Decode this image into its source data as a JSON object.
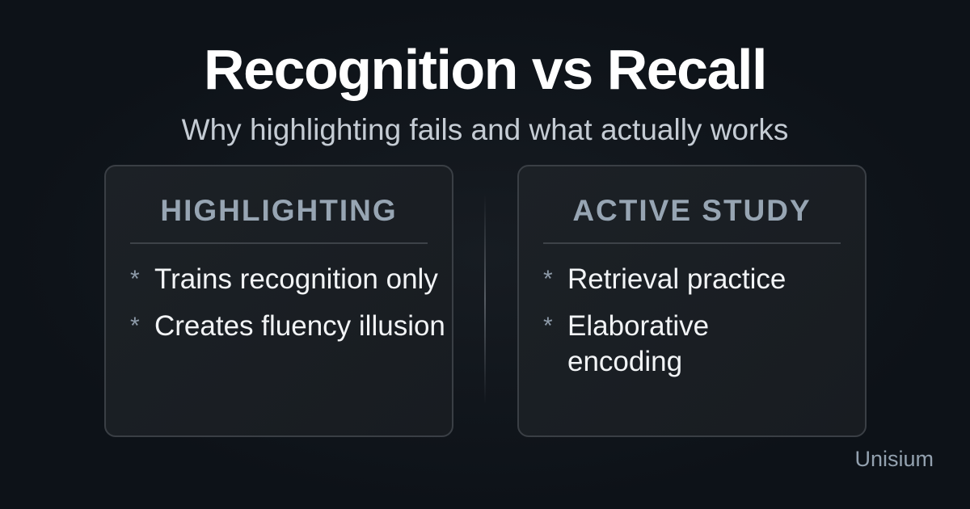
{
  "title": "Recognition vs Recall",
  "subtitle": "Why highlighting fails and what actually works",
  "cards": [
    {
      "heading": "HIGHLIGHTING",
      "items": [
        "Trains recognition only",
        "Creates fluency illusion"
      ]
    },
    {
      "heading": "ACTIVE STUDY",
      "items": [
        "Retrieval practice",
        "Elaborative encoding"
      ]
    }
  ],
  "bullet": "*",
  "brand": "Unisium"
}
